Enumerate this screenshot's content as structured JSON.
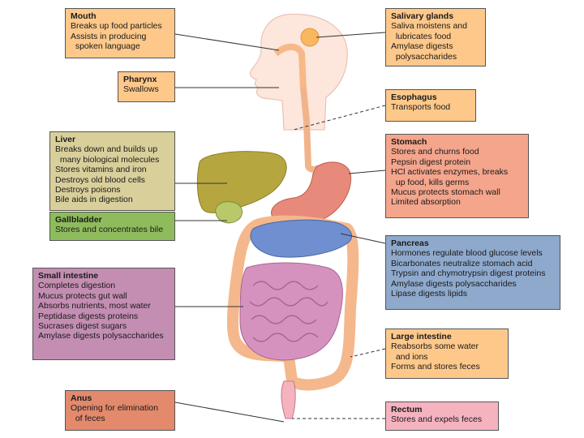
{
  "colors": {
    "orange": "#fdc88a",
    "tan": "#d9cf9b",
    "green": "#8ebc5c",
    "purple": "#c48eb3",
    "salmon": "#f4a58c",
    "blue": "#8ea9cc",
    "pink": "#f5b3c0",
    "anus": "#e3896c"
  },
  "boxes": {
    "mouth": {
      "title": "Mouth",
      "lines": [
        "Breaks up food particles",
        "Assists in producing",
        "  spoken language"
      ]
    },
    "pharynx": {
      "title": "Pharynx",
      "lines": [
        "Swallows"
      ]
    },
    "liver": {
      "title": "Liver",
      "lines": [
        "Breaks down and builds up",
        "  many biological molecules",
        "Stores vitamins and iron",
        "Destroys old blood cells",
        "Destroys poisons",
        "Bile aids in digestion"
      ]
    },
    "gallbladder": {
      "title": "Gallbladder",
      "lines": [
        "Stores and concentrates bile"
      ]
    },
    "small_intestine": {
      "title": "Small intestine",
      "lines": [
        "Completes digestion",
        "Mucus protects gut wall",
        "Absorbs nutrients, most water",
        "Peptidase digests proteins",
        "Sucrases digest sugars",
        "Amylase digests polysaccharides"
      ]
    },
    "anus": {
      "title": "Anus",
      "lines": [
        "Opening for elimination",
        "  of feces"
      ]
    },
    "salivary_glands": {
      "title": "Salivary glands",
      "lines": [
        "Saliva moistens and",
        "  lubricates food",
        "Amylase digests",
        "  polysaccharides"
      ]
    },
    "esophagus": {
      "title": "Esophagus",
      "lines": [
        "Transports food"
      ]
    },
    "stomach": {
      "title": "Stomach",
      "lines": [
        "Stores and churns food",
        "Pepsin digest protein",
        "HCl activates enzymes, breaks",
        "  up food, kills germs",
        "Mucus protects stomach wall",
        "Limited absorption"
      ]
    },
    "pancreas": {
      "title": "Pancreas",
      "lines": [
        "Hormones regulate blood glucose levels",
        "Bicarbonates neutralize stomach acid",
        "Trypsin and chymotrypsin digest proteins",
        "Amylase digests polysaccharides",
        "Lipase digests lipids"
      ]
    },
    "large_intestine": {
      "title": "Large intestine",
      "lines": [
        "Reabsorbs some water",
        "  and ions",
        "Forms and stores feces"
      ]
    },
    "rectum": {
      "title": "Rectum",
      "lines": [
        "Stores and expels feces"
      ]
    }
  }
}
